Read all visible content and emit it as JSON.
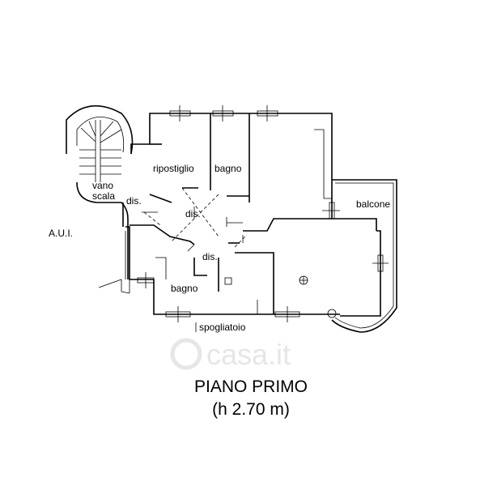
{
  "labels": {
    "ripostiglio": "ripostiglio",
    "bagno_top": "bagno",
    "vano": "vano",
    "scala": "scala",
    "dis_left": "dis.",
    "dis_center": "dis.",
    "dis_lower": "dis.",
    "balcone": "balcone",
    "aui": "A.U.I.",
    "bagno_bottom": "bagno",
    "spogliatoio": "spogliatoio"
  },
  "watermark": "casa.it",
  "title": {
    "line1": "PIANO PRIMO",
    "line2": "(h 2.70 m)"
  }
}
